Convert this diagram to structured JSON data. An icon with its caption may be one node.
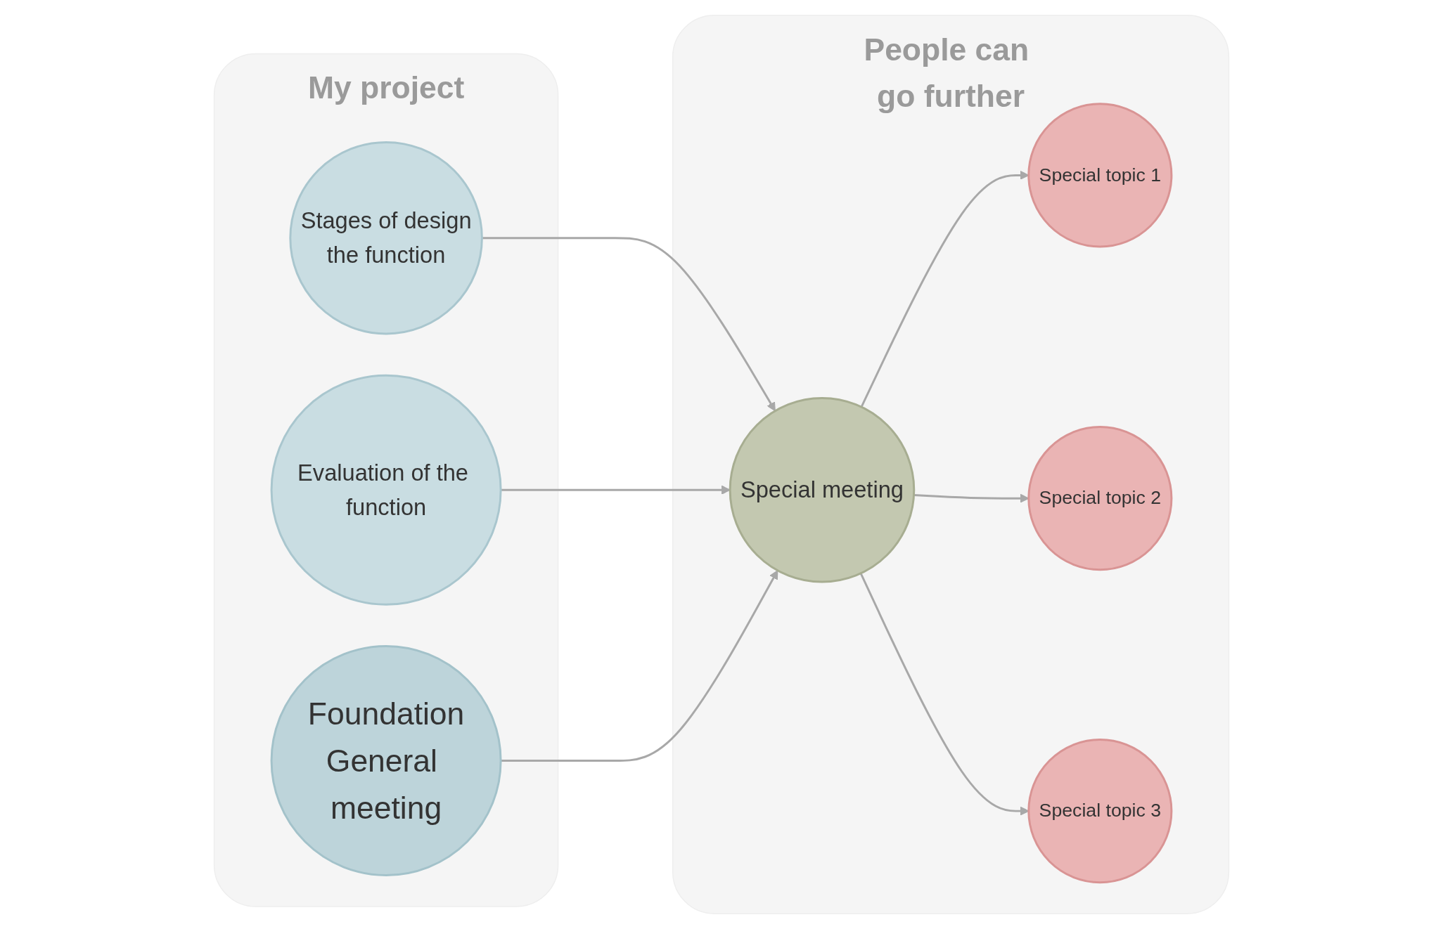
{
  "diagram": {
    "nodes": [
      {
        "text": [
          "My project"
        ]
      },
      {
        "text": [
          "Stages of design",
          "the function"
        ],
        "in": 0
      },
      {
        "text": [
          "Evaluation of the function"
        ],
        "in": 0
      },
      {
        "text": [
          "Foundation",
          "General meeting"
        ],
        "in": 0
      },
      {
        "text": [
          "People can go further"
        ]
      },
      {
        "text": [
          "Special meeting"
        ],
        "in": 4
      },
      {
        "text": [
          "Special topic 1"
        ],
        "in": 4
      },
      {
        "text": [
          "Special topic 2"
        ],
        "in": 4
      },
      {
        "text": [
          "Special topic 3"
        ],
        "in": 4
      }
    ],
    "edges": [
      {
        "from": 1,
        "to": 5,
        "arrow": "to"
      },
      {
        "from": 2,
        "to": 5,
        "arrow": "to"
      },
      {
        "from": 3,
        "to": 5,
        "arrow": "to"
      },
      {
        "from": 5,
        "to": 6,
        "arrow": "to"
      },
      {
        "from": 5,
        "to": 7,
        "arrow": "to"
      },
      {
        "from": 5,
        "to": 8,
        "arrow": "to"
      }
    ]
  }
}
